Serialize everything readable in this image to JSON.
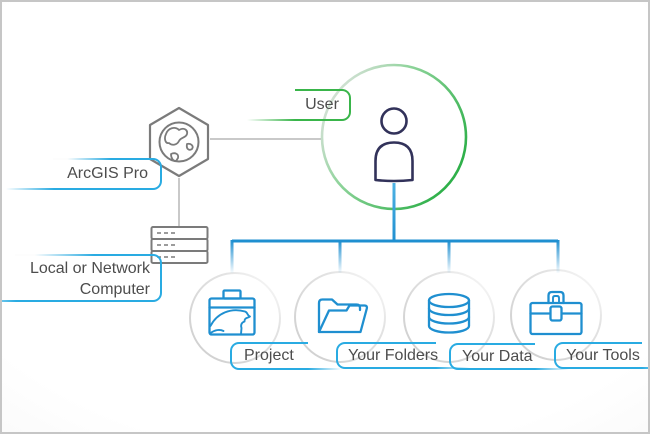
{
  "title": "ArcGIS Pro project structure diagram",
  "labels": {
    "arcgis_pro": "ArcGIS Pro",
    "user": "User",
    "computer": "Local or Network Computer",
    "project": "Project",
    "your_folders": "Your Folders",
    "your_data": "Your Data",
    "your_tools": "Your Tools"
  },
  "icons": {
    "arcgis_pro": "globe-hexagon-icon",
    "computer": "server-stack-icon",
    "user": "person-icon",
    "project": "briefcase-globe-icon",
    "your_folders": "open-folder-icon",
    "your_data": "database-cylinder-icon",
    "your_tools": "toolbox-icon"
  },
  "colors": {
    "blue_accent": "#29abe2",
    "blue_icon": "#1f8fd0",
    "green_accent": "#39b54a",
    "gray_outline": "#7b7b7b",
    "gray_connector": "#c9c9c9",
    "gray_circle": "#cfcfcf",
    "person_navy": "#32325a",
    "text": "#4d4d4d"
  }
}
